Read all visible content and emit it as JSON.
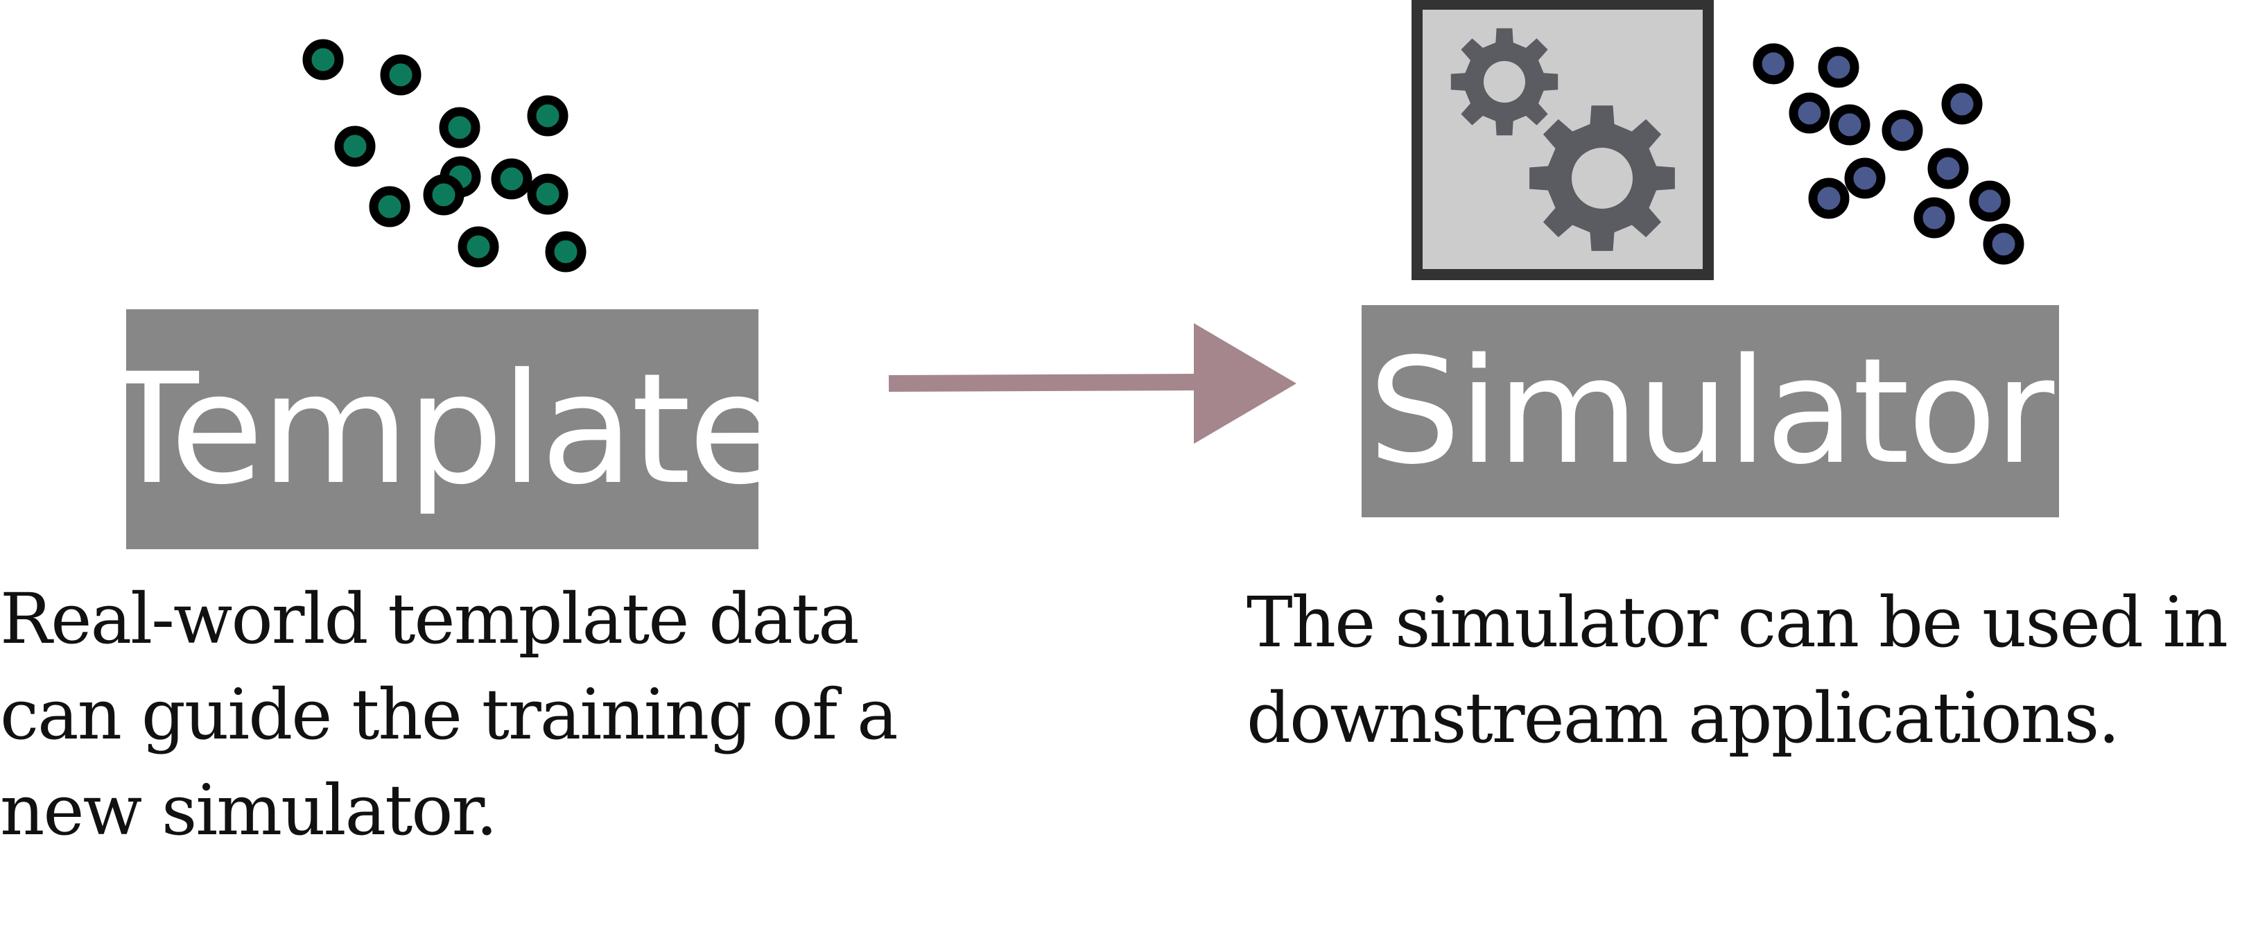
{
  "template_box": {
    "label": "Template",
    "color": "#878787"
  },
  "simulator_box": {
    "label": "Simulator",
    "color": "#878787"
  },
  "caption_left": {
    "lines": [
      "Real-world template data",
      "can guide the training of a",
      "new simulator."
    ]
  },
  "caption_right": {
    "lines": [
      "The simulator can be used in",
      "downstream applications."
    ]
  },
  "colors": {
    "template_dots": "#0e7a5c",
    "simulator_dots": "#4a5a8e",
    "arrow": "#a5868d",
    "gear_panel_fill": "#cccccc",
    "gear_panel_border": "#333333",
    "gear": "#5a5c61"
  },
  "icons": {
    "gear_panel": "gears-icon"
  }
}
